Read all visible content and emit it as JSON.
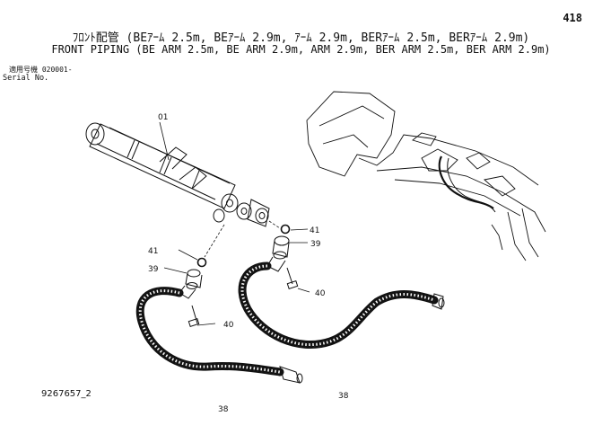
{
  "header": {
    "page_number": "418",
    "title_jp": "ﾌﾛﾝﾄ配管 (BEｱｰﾑ 2.5m, BEｱｰﾑ 2.9m, ｱｰﾑ 2.9m, BERｱｰﾑ 2.5m, BERｱｰﾑ 2.9m)",
    "title_en": "FRONT PIPING (BE ARM 2.5m, BE ARM 2.9m, ARM 2.9m, BER ARM 2.5m, BER ARM 2.9m)",
    "serial_label_jp": "適用号機  020001-",
    "serial_label_en": "Serial No."
  },
  "callouts": {
    "c01": "01",
    "c41_right": "41",
    "c39_right": "39",
    "c41_left": "41",
    "c39_left": "39",
    "c40_right": "40",
    "c40_left": "40",
    "c38_right": "38",
    "c38_left": "38"
  },
  "footer": {
    "drawing_number": "9267657_2"
  }
}
